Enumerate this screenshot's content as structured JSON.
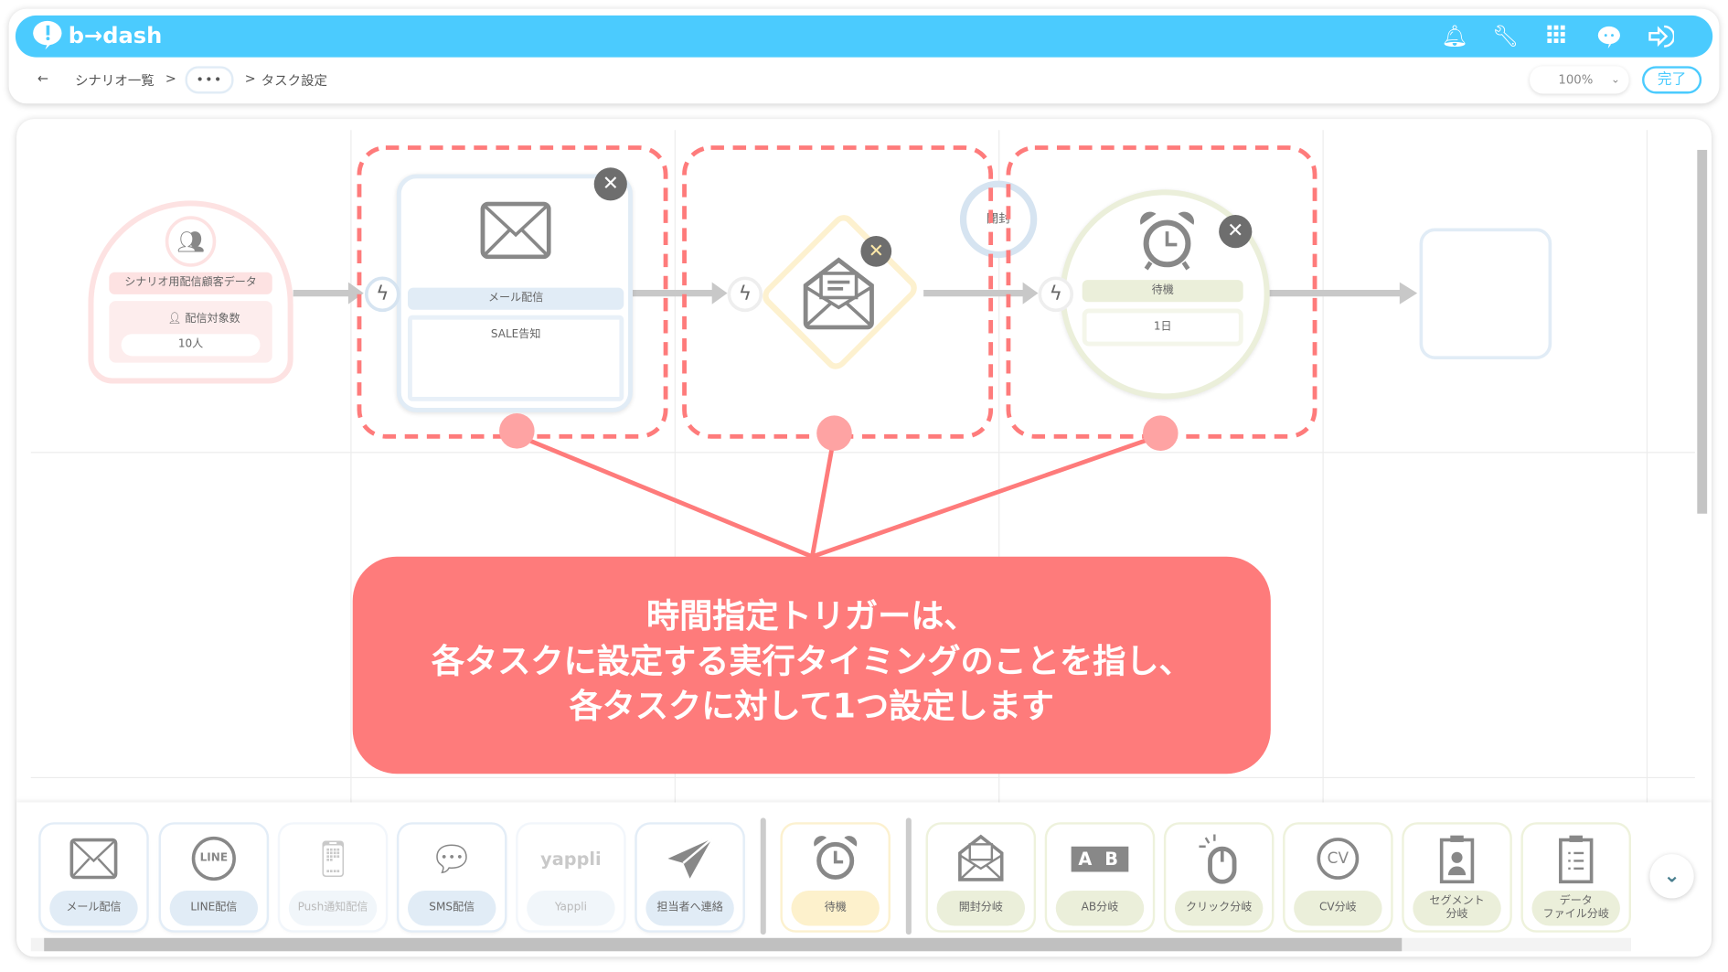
{
  "header": {
    "brand": "b→dash",
    "icons": [
      "bell-icon",
      "wrench-icon",
      "apps-grid-icon",
      "mascot-icon",
      "logout-icon"
    ]
  },
  "breadcrumb": {
    "back": "←",
    "items": [
      "シナリオ一覧",
      ">",
      "•••",
      ">",
      "タスク設定"
    ]
  },
  "toolbar": {
    "zoom": "100%",
    "done_label": "完了"
  },
  "canvas": {
    "start_node": {
      "title": "シナリオ用配信顧客データ",
      "count_label": "配信対象数",
      "count_value": "10人"
    },
    "mail_node": {
      "title": "メール配信",
      "content": "SALE告知"
    },
    "branch_bubble": "開封",
    "wait_node": {
      "title": "待機",
      "value": "1日"
    }
  },
  "callout": {
    "lines": [
      "時間指定トリガーは、",
      "各タスクに設定する実行タイミングのことを指し、",
      "各タスクに対して1つ設定します"
    ],
    "color": "#fe7b7b"
  },
  "palette": {
    "items": [
      {
        "label": "メール配信",
        "icon": "✉"
      },
      {
        "label": "LINE配信",
        "icon": "LINE"
      },
      {
        "label": "Push通知配信",
        "icon": "📱"
      },
      {
        "label": "SMS配信",
        "icon": "💬"
      },
      {
        "label": "Yappli",
        "icon": "yappli"
      },
      {
        "label": "担当者へ連絡",
        "icon": "➤"
      },
      {
        "label": "待機",
        "icon": "⏰"
      },
      {
        "label": "開封分岐",
        "icon": "✉"
      },
      {
        "label": "AB分岐",
        "icon": "A B"
      },
      {
        "label": "クリック分岐",
        "icon": "🖱"
      },
      {
        "label": "CV分岐",
        "icon": "CV"
      },
      {
        "label": "セグメント\n分岐",
        "icon": "📋"
      },
      {
        "label": "データ\nファイル分岐",
        "icon": "📋"
      }
    ]
  },
  "colors": {
    "brand": "#4bcbfe",
    "highlight": "#fe7b7b"
  }
}
